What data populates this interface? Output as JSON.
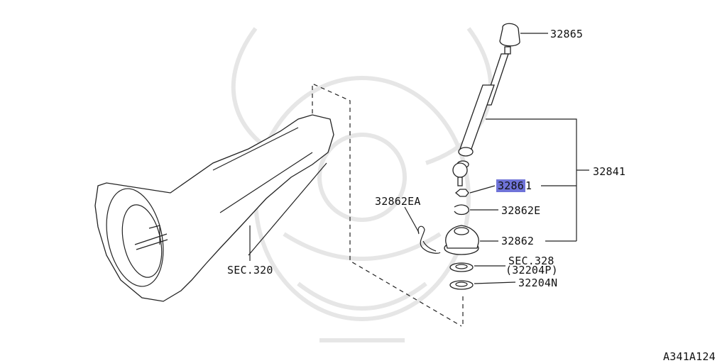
{
  "diagram": {
    "labels": {
      "p32865": "32865",
      "p32841": "32841",
      "p32861_hl": "3286",
      "p32861_tail": "1",
      "p32862EA": "32862EA",
      "p32862E": "32862E",
      "p32862": "32862",
      "sec328": "SEC.328",
      "p32204P": "(32204P)",
      "p32204N": "32204N",
      "sec320": "SEC.320",
      "figure_code": "A341A124"
    },
    "highlight_color": "#6f73d8"
  }
}
